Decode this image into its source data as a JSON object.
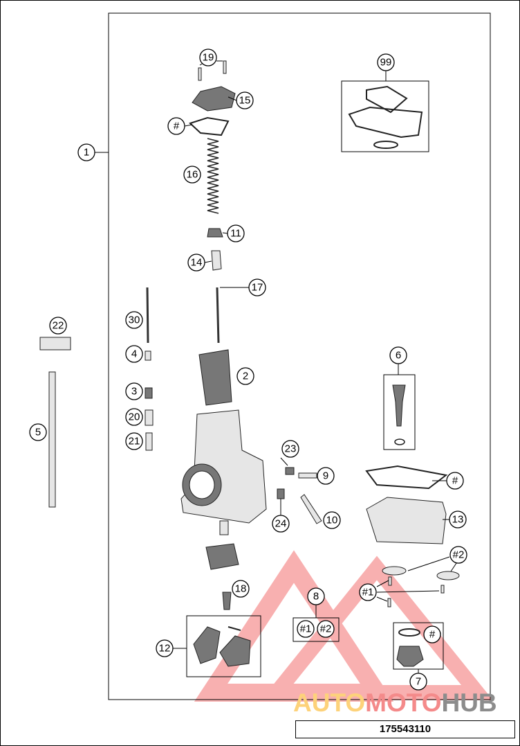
{
  "diagram": {
    "part_number": "175543110",
    "callouts": {
      "c1": "1",
      "c2": "2",
      "c3": "3",
      "c4": "4",
      "c5": "5",
      "c6": "6",
      "c7": "7",
      "c8": "8",
      "c9": "9",
      "c10": "10",
      "c11": "11",
      "c12": "12",
      "c13": "13",
      "c14": "14",
      "c15": "15",
      "c16": "16",
      "c17": "17",
      "c18": "18",
      "c19": "19",
      "c20": "20",
      "c21": "21",
      "c22": "22",
      "c23": "23",
      "c24": "24",
      "c30": "30",
      "c99": "99",
      "hash": "#",
      "h1": "#1",
      "h2": "#2"
    }
  },
  "watermark": {
    "part1": "AUTO",
    "part2": "MOTO",
    "part3": "HUB",
    "colors": {
      "auto": "#fdd27a",
      "moto": "#f48a8a",
      "hub": "#8c8c8c",
      "triangle": "#f47c7c"
    }
  }
}
